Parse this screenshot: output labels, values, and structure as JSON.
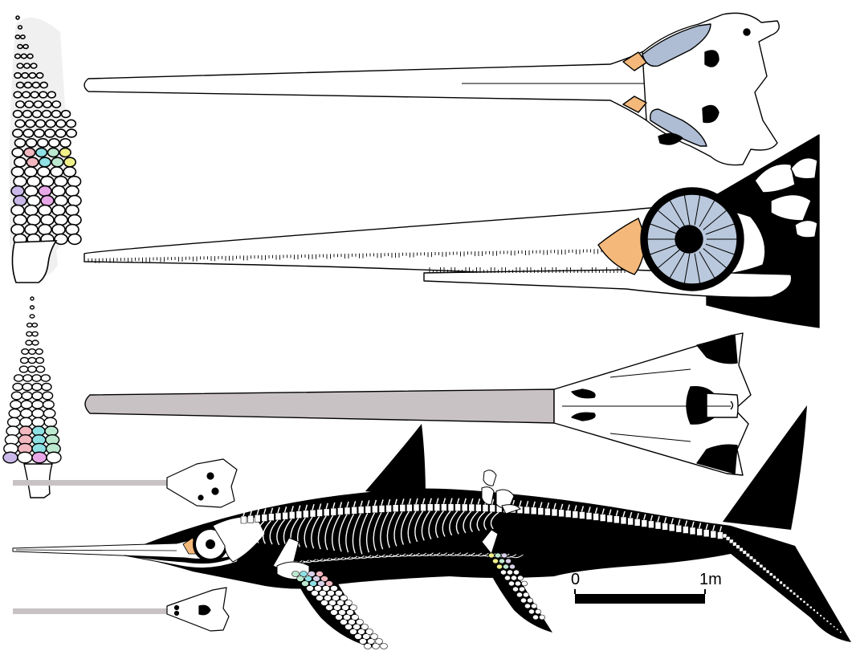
{
  "scale_bar": {
    "start_label": "0",
    "end_label": "1m"
  },
  "colors": {
    "line": "#000000",
    "body_fill": "#000000",
    "bone": "#ffffff",
    "rostrum_gray": "#c9c2c4",
    "eye_blue": "#b9c8dc",
    "bone_orange": "#f4b97a",
    "bone_blue": "#aebdd3",
    "pink": "#f2b8c0",
    "cyan": "#8fe0e4",
    "mint": "#bde8d0",
    "lavender": "#c9b8e8",
    "magenta": "#e8a8e8",
    "yellow": "#f0f08a"
  },
  "panels": [
    "forefin-detail-top",
    "skull-dorsal-view",
    "skull-lateral-view",
    "hindfin-detail",
    "skull-ventral-view",
    "small-skull-dorsal",
    "skeletal-reconstruction",
    "small-skull-ventral",
    "pelvic-bones"
  ]
}
